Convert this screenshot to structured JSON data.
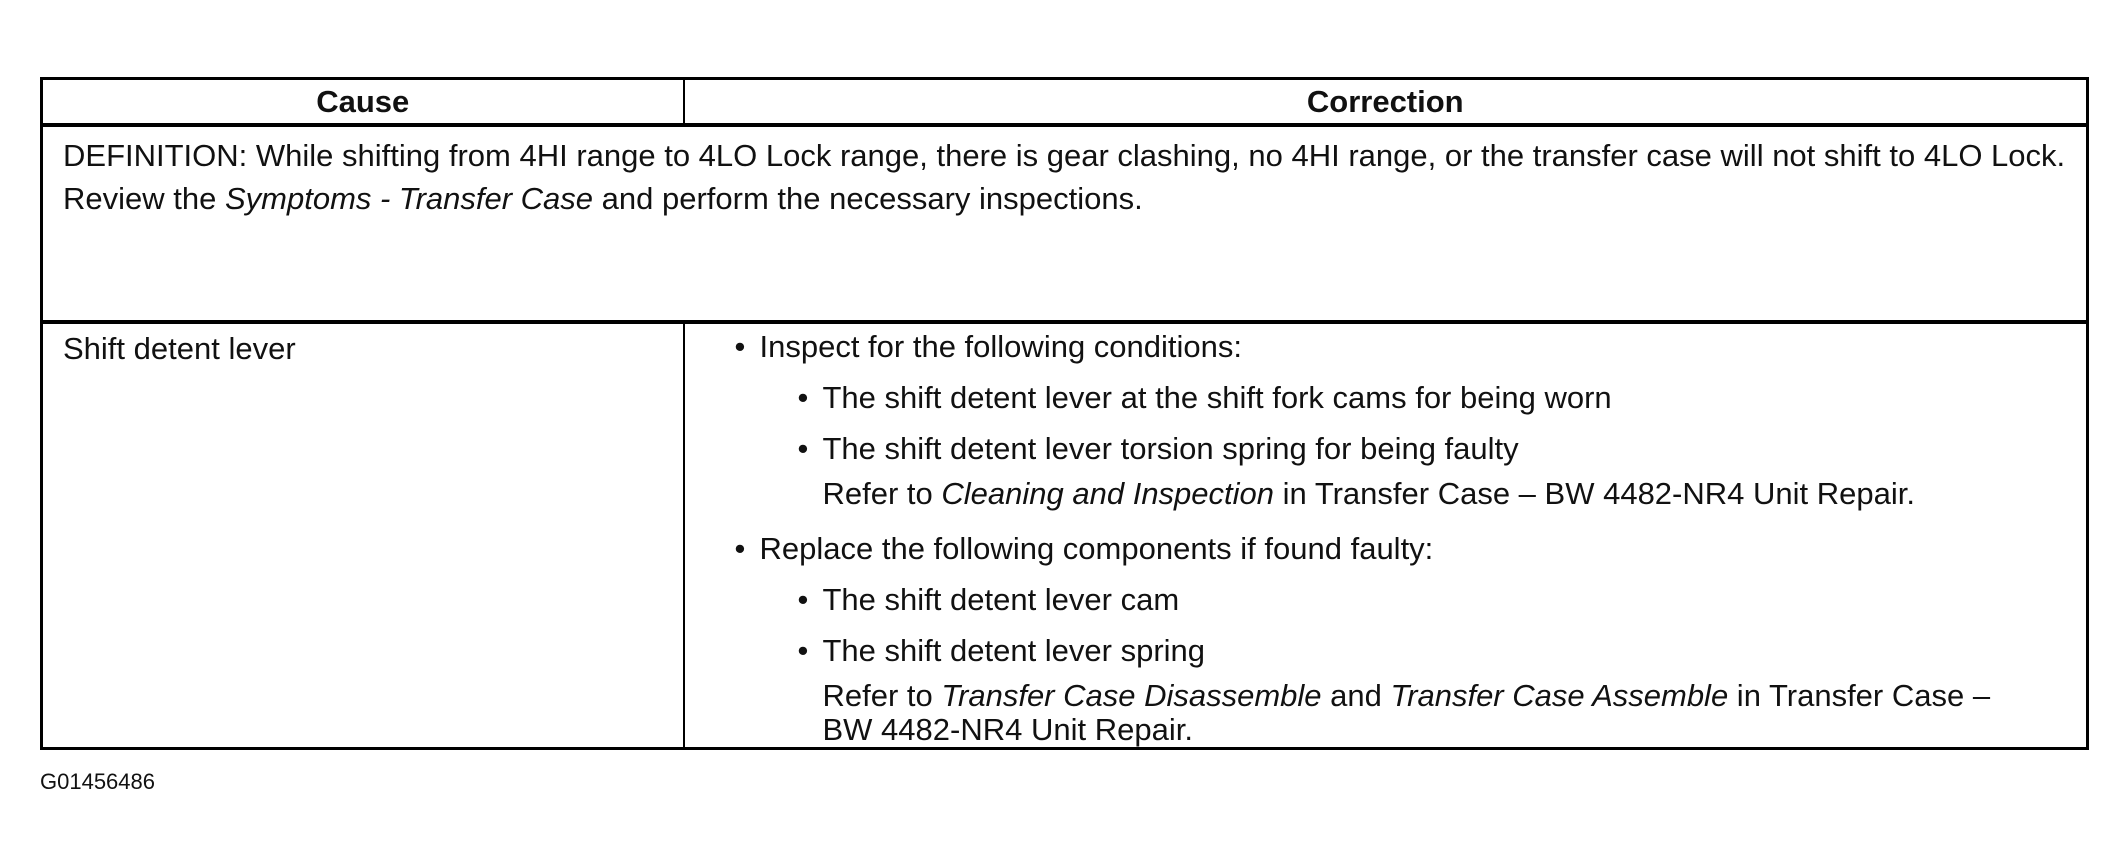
{
  "table": {
    "header_cause": "Cause",
    "header_correction": "Correction",
    "definition_text": "DEFINITION: While shifting from 4HI range to 4LO Lock range, there is gear clashing, no 4HI range, or the transfer case will not shift to 4LO Lock.",
    "review_prefix": "Review the ",
    "review_italic": "Symptoms - Transfer Case",
    "review_suffix": " and perform the necessary inspections.",
    "cause": "Shift detent lever",
    "inspect_heading": "Inspect for the following conditions:",
    "inspect_items": [
      "The shift detent lever at the shift fork cams for being worn",
      "The shift detent lever torsion spring for being faulty"
    ],
    "inspect_ref_prefix": "Refer to ",
    "inspect_ref_italic": "Cleaning and Inspection",
    "inspect_ref_suffix": " in Transfer Case – BW 4482-NR4 Unit Repair.",
    "replace_heading": "Replace the following components if found faulty:",
    "replace_items": [
      "The shift detent lever cam",
      "The shift detent lever spring"
    ],
    "replace_ref_prefix": "Refer to ",
    "replace_ref_italic1": "Transfer Case Disassemble",
    "replace_ref_mid": " and ",
    "replace_ref_italic2": "Transfer Case Assemble",
    "replace_ref_suffix": " in Transfer Case – BW 4482-NR4 Unit Repair."
  },
  "footer": {
    "figure_code": "G01456486"
  }
}
